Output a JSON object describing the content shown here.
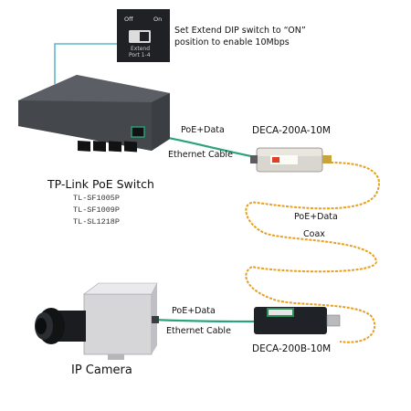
{
  "dip_switch": {
    "off_label": "Off",
    "on_label": "On",
    "caption_line1": "Extend",
    "caption_line2": "Port 1-4",
    "note_line1": "Set Extend DIP switch to “ON”",
    "note_line2": "position to enable 10Mbps"
  },
  "switch": {
    "title": "TP-Link PoE Switch",
    "models": [
      "TL-SF1005P",
      "TL-SF1009P",
      "TL-SL1218P"
    ]
  },
  "adapter_a": {
    "name": "DECA-200A-10M",
    "cable_top": "PoE+Data",
    "cable_bottom": "Ethernet Cable"
  },
  "coax": {
    "label_top": "PoE+Data",
    "label_bottom": "Coax"
  },
  "adapter_b": {
    "name": "DECA-200B-10M",
    "cable_top": "PoE+Data",
    "cable_bottom": "Ethernet Cable"
  },
  "camera": {
    "title": "IP Camera"
  },
  "colors": {
    "ethernet_cable": "#2aa37a",
    "coax_cable": "#e8a020",
    "dip_cable": "#3aa8c0",
    "switch_body": "#4a4d52",
    "adapter_b_body": "#1f2328"
  }
}
